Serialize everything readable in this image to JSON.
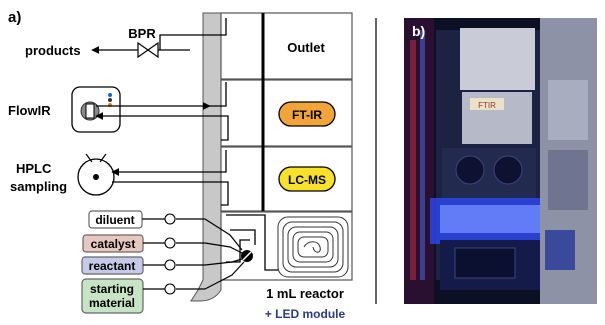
{
  "panel_labels": {
    "a": "a)",
    "b": "b)"
  },
  "left_labels": {
    "bpr": "BPR",
    "products": "products",
    "flowir": "FlowIR",
    "hplc_line1": "HPLC",
    "hplc_line2": "sampling"
  },
  "modules": {
    "outlet": "Outlet",
    "ftir": "FT-IR",
    "lcms": "LC-MS"
  },
  "feeds": {
    "diluent": "diluent",
    "catalyst": "catalyst",
    "reactant": "reactant",
    "starting_line1": "starting",
    "starting_line2": "material"
  },
  "reactor_caption": "1 mL reactor",
  "led_caption": "+ LED module",
  "photo_tag": "FTIR",
  "colors": {
    "ftir_fill": "#f2a43a",
    "lcms_fill": "#f7e12b",
    "catalyst_fill": "#e7c8bf",
    "reactant_fill": "#c5cae8",
    "starting_fill": "#c7e4c4",
    "rail_fill": "#c8c8c8",
    "led_text": "#2b3a8a",
    "led_glow": "#2f4bff"
  }
}
